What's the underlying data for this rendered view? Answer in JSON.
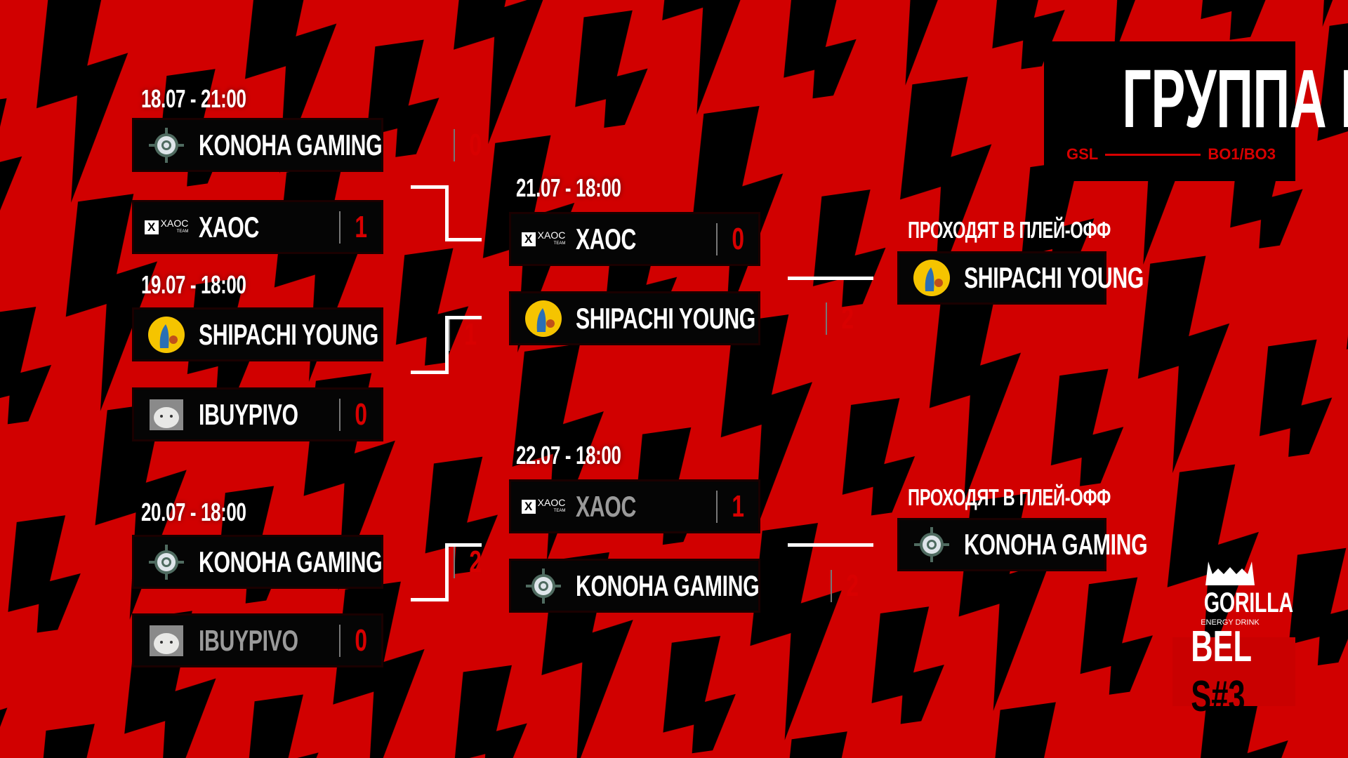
{
  "header": {
    "title": "ГРУППА Б",
    "format_left": "GSL",
    "format_right": "BO1/BO3"
  },
  "round1": [
    {
      "date": "18.07 - 21:00",
      "teams": [
        {
          "name": "KONOHA GAMING",
          "logo": "konoha-icon",
          "score": "0"
        },
        {
          "name": "XAOC",
          "logo": "xaoc-icon",
          "score": "1"
        }
      ]
    },
    {
      "date": "19.07 - 18:00",
      "teams": [
        {
          "name": "SHIPACHI YOUNG",
          "logo": "shipachi-icon",
          "score": "1"
        },
        {
          "name": "IBUYPIVO",
          "logo": "cat-icon",
          "score": "0"
        }
      ]
    },
    {
      "date": "20.07 - 18:00",
      "teams": [
        {
          "name": "KONOHA GAMING",
          "logo": "konoha-icon",
          "score": "2"
        },
        {
          "name": "IBUYPIVO",
          "logo": "cat-icon",
          "score": "0"
        }
      ]
    }
  ],
  "round2": [
    {
      "date": "21.07 - 18:00",
      "teams": [
        {
          "name": "XAOC",
          "logo": "xaoc-icon",
          "score": "0"
        },
        {
          "name": "SHIPACHI YOUNG",
          "logo": "shipachi-icon",
          "score": "2"
        }
      ]
    },
    {
      "date": "22.07 - 18:00",
      "teams": [
        {
          "name": "XAOC",
          "logo": "xaoc-icon",
          "score": "1"
        },
        {
          "name": "KONOHA GAMING",
          "logo": "konoha-icon",
          "score": "2"
        }
      ]
    }
  ],
  "advance": [
    {
      "label": "ПРОХОДЯТ В ПЛЕЙ-ОФФ",
      "team": "SHIPACHI YOUNG"
    },
    {
      "label": "ПРОХОДЯТ В ПЛЕЙ-ОФФ",
      "team": "KONOHA GAMING"
    }
  ],
  "logos": {
    "xaoc_mark": "X",
    "xaoc_text": "XAOC",
    "xaoc_sub": "TEAM"
  },
  "sponsor": {
    "name": "GORILLA",
    "tagline": "ENERGY DRINK"
  },
  "season": {
    "region": "BEL",
    "number": "S#3"
  },
  "colors": {
    "background": "#d10000",
    "bolt": "#000000",
    "score": "#d80000"
  }
}
